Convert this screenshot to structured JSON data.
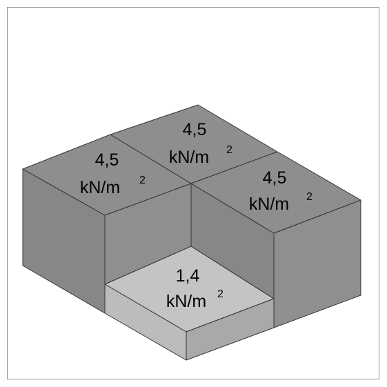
{
  "loads": {
    "back_left": {
      "value": "4,5",
      "unit": "kN/m",
      "exp": "2"
    },
    "back_right": {
      "value": "4,5",
      "unit": "kN/m",
      "exp": "2"
    },
    "right": {
      "value": "4,5",
      "unit": "kN/m",
      "exp": "2"
    },
    "front": {
      "value": "1,4",
      "unit": "kN/m",
      "exp": "2"
    }
  },
  "colors": {
    "top_heavy": "#8e8e8e",
    "side_left": "#878787",
    "side_right": "#8f8f8f",
    "top_light": "#c4c4c4",
    "front_low_left": "#bcbcbc",
    "front_low_right": "#a9a9a9",
    "edge": "#333333",
    "frame": "#8a8a8a"
  }
}
